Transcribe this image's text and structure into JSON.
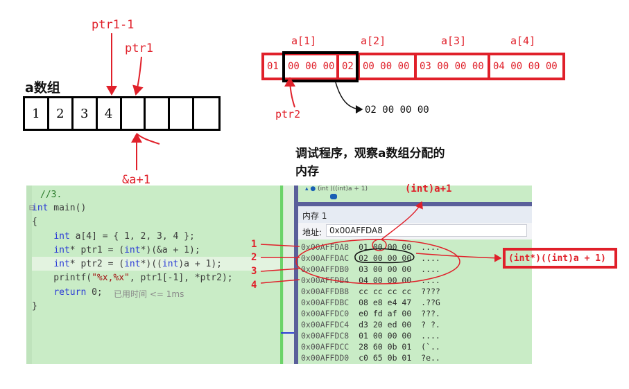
{
  "array_diagram": {
    "title": "a数组",
    "cells": [
      "1",
      "2",
      "3",
      "4",
      "",
      "",
      "",
      ""
    ],
    "label_ptr1_minus_1": "ptr1-1",
    "label_ptr1": "ptr1",
    "label_a_plus_1": "&a+1"
  },
  "memory_bytes": {
    "index_labels": [
      "a[1]",
      "a[2]",
      "a[3]",
      "a[4]"
    ],
    "segments": [
      "01",
      "00 00 00",
      "02",
      "00 00 00",
      "03 00 00 00",
      "04 00 00 00"
    ],
    "ptr2_label": "ptr2",
    "ptr2_value": "02 00 00 00"
  },
  "annotation": {
    "line1": "调试程序，观察a数组分配的",
    "line2": "内存",
    "cast_label": "(int)a+1",
    "ptr2_expr": "(int*)((int)a + 1)",
    "row_markers": [
      "1",
      "2",
      "3",
      "4"
    ]
  },
  "code": {
    "comment": "//3.",
    "lines": [
      "int main()",
      "{",
      "    int a[4] = { 1, 2, 3, 4 };",
      "    int* ptr1 = (int*)(&a + 1);",
      "    int* ptr2 = (int*)((int)a + 1);",
      "    printf(\"%x,%x\", ptr1[-1], *ptr2);",
      "    return 0;",
      "}"
    ],
    "elapsed": "已用时间 <= 1ms"
  },
  "memory_window": {
    "watch_text": "(int )((int)a + 1)",
    "title": "内存 1",
    "addr_label": "地址:",
    "addr_value": "0x00AFFDA8",
    "rows": [
      {
        "addr": "0x00AFFDA8",
        "hex": "01 00 00 00",
        "ascii": "...."
      },
      {
        "addr": "0x00AFFDAC",
        "hex": "02 00 00 00",
        "ascii": "...."
      },
      {
        "addr": "0x00AFFDB0",
        "hex": "03 00 00 00",
        "ascii": "...."
      },
      {
        "addr": "0x00AFFDB4",
        "hex": "04 00 00 00",
        "ascii": "...."
      },
      {
        "addr": "0x00AFFDB8",
        "hex": "cc cc cc cc",
        "ascii": "????"
      },
      {
        "addr": "0x00AFFDBC",
        "hex": "08 e8 e4 47",
        "ascii": ".??G"
      },
      {
        "addr": "0x00AFFDC0",
        "hex": "e0 fd af 00",
        "ascii": "???."
      },
      {
        "addr": "0x00AFFDC4",
        "hex": "d3 20 ed 00",
        "ascii": "? ?."
      },
      {
        "addr": "0x00AFFDC8",
        "hex": "01 00 00 00",
        "ascii": "...."
      },
      {
        "addr": "0x00AFFDCC",
        "hex": "28 60 0b 01",
        "ascii": "(`.."
      },
      {
        "addr": "0x00AFFDD0",
        "hex": "c0 65 0b 01",
        "ascii": "?e.."
      }
    ]
  },
  "colors": {
    "red": "#e0202a",
    "code_bg": "#c9ecc6",
    "keyword": "#2b3bd6"
  }
}
